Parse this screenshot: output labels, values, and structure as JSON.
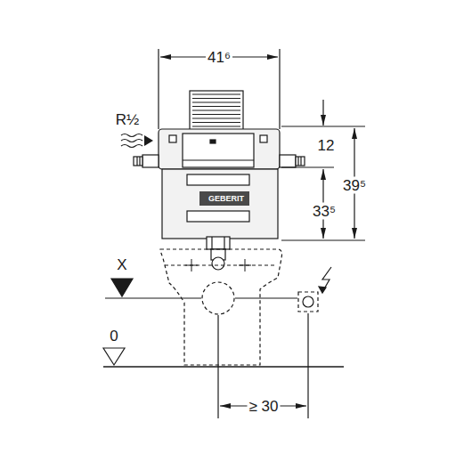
{
  "diagram": {
    "labels": [
      "41⁶",
      "R½",
      "12",
      "39⁵",
      "33⁵",
      "GEBERIT",
      "X",
      "0",
      "≥ 30"
    ]
  }
}
